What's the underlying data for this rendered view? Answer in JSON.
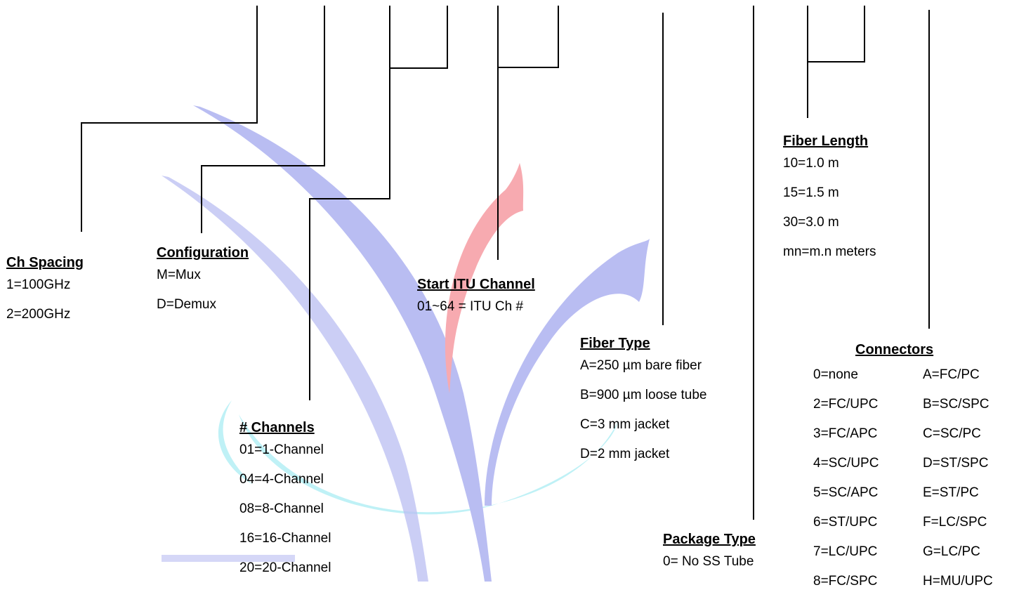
{
  "ch_spacing": {
    "header": "Ch Spacing",
    "options": [
      "1=100GHz",
      "2=200GHz"
    ]
  },
  "configuration": {
    "header": "Configuration",
    "options": [
      "M=Mux",
      "D=Demux"
    ]
  },
  "channels": {
    "header": "# Channels",
    "options": [
      "01=1-Channel",
      "04=4-Channel",
      "08=8-Channel",
      "16=16-Channel",
      "20=20-Channel"
    ]
  },
  "start_itu": {
    "header": "Start ITU Channel",
    "options": [
      "01~64 = ITU Ch #"
    ]
  },
  "fiber_type": {
    "header": "Fiber Type",
    "options": [
      "A=250 µm bare fiber",
      "B=900 µm loose tube",
      "C=3 mm jacket",
      "D=2 mm jacket"
    ]
  },
  "fiber_length": {
    "header": "Fiber Length",
    "options": [
      "10=1.0 m",
      "15=1.5 m",
      "30=3.0 m",
      "mn=m.n meters"
    ]
  },
  "package_type": {
    "header": "Package Type",
    "options": [
      "0= No SS Tube"
    ]
  },
  "connectors": {
    "header": "Connectors",
    "rows": [
      {
        "left": "0=none",
        "right": "A=FC/PC"
      },
      {
        "left": "2=FC/UPC",
        "right": "B=SC/SPC"
      },
      {
        "left": "3=FC/APC",
        "right": "C=SC/PC"
      },
      {
        "left": "4=SC/UPC",
        "right": "D=ST/SPC"
      },
      {
        "left": "5=SC/APC",
        "right": "E=ST/PC"
      },
      {
        "left": "6=ST/UPC",
        "right": "F=LC/SPC"
      },
      {
        "left": "7=LC/UPC",
        "right": "G=LC/PC"
      },
      {
        "left": "8=FC/SPC",
        "right": "H=MU/UPC"
      }
    ]
  },
  "watermark_colors": {
    "blue": "#b9bdf2",
    "red": "#f7aab0",
    "cyan": "#bff1f6"
  }
}
